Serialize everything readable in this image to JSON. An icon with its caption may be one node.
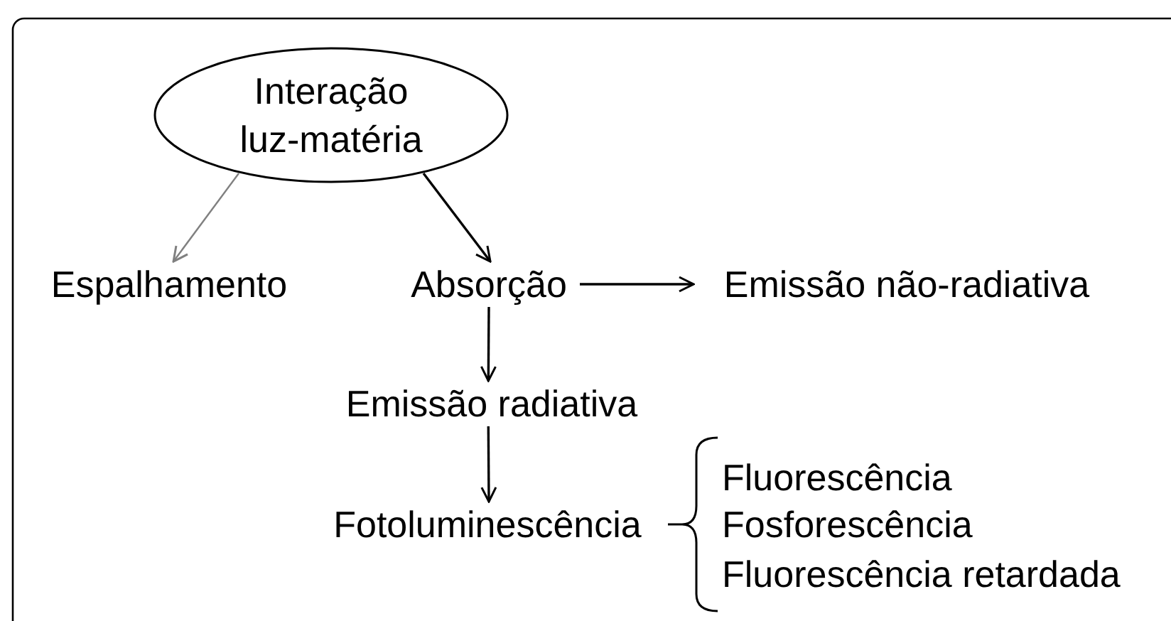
{
  "diagram": {
    "nodes": [
      {
        "text": [
          "Interação luz-matéria"
        ]
      },
      {
        "text": [
          "Espalhamento"
        ]
      },
      {
        "text": [
          "Absorção"
        ]
      },
      {
        "text": [
          "Emissão não-radiativa"
        ]
      },
      {
        "text": [
          "Emissão radiativa"
        ]
      },
      {
        "text": [
          "Fotoluminescência"
        ]
      }
    ],
    "edges": [
      {
        "from": 0,
        "to": 1,
        "arrow": "to",
        "color": "#808080"
      },
      {
        "from": 0,
        "to": 2,
        "arrow": "to"
      },
      {
        "from": 2,
        "to": 3,
        "arrow": "to"
      },
      {
        "from": 2,
        "to": 4,
        "arrow": "to"
      },
      {
        "from": 4,
        "to": 5,
        "arrow": "to"
      }
    ],
    "labels": [
      "Fluorescência",
      "Fosforescência",
      "Fluorescência retardada"
    ]
  }
}
